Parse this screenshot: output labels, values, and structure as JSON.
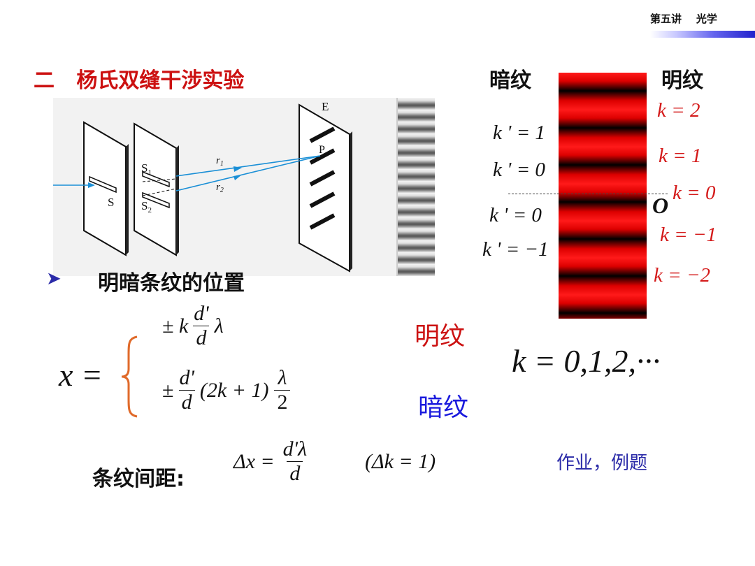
{
  "header": {
    "title": "第五讲    光学"
  },
  "section": {
    "title": "二   杨氏双缝干涉实验"
  },
  "diagram": {
    "E": "E",
    "P": "P",
    "S1": "S",
    "S1_sub": "1",
    "S2": "S",
    "S2_sub": "2",
    "S": "S",
    "r1": "r",
    "r1_sub": "1",
    "r2": "r",
    "r2_sub": "2"
  },
  "fringe_labels": {
    "dark": "暗纹",
    "bright": "明纹",
    "origin": "O",
    "left": [
      "k ' = 1",
      "k ' = 0",
      "k ' = 0",
      "k ' = −1"
    ],
    "right": [
      "k = 2",
      "k = 1",
      "k = 0",
      "k = −1",
      "k = −2"
    ]
  },
  "bullet": {
    "label": "明暗条纹的位置"
  },
  "formula": {
    "x_eq": "x =",
    "pm_k": "± k",
    "num_d_prime": "d'",
    "den_d": "d",
    "lambda": "λ",
    "pm": "±",
    "paren": "(2k + 1)",
    "num_lambda": "λ",
    "den_2": "2",
    "bright_label": "明纹",
    "dark_label": "暗纹",
    "k_values": "k = 0,1,2,···"
  },
  "spacing": {
    "label": "条纹间距:",
    "delta_x": "Δx =",
    "num": "d'λ",
    "den": "d",
    "condition": "(Δk = 1)"
  },
  "homework": {
    "label": "作业，例题"
  },
  "colors": {
    "red": "#cc1111",
    "blue": "#1a1add",
    "navy": "#2a2aa8",
    "diagram_blue": "#1a8fd6"
  }
}
